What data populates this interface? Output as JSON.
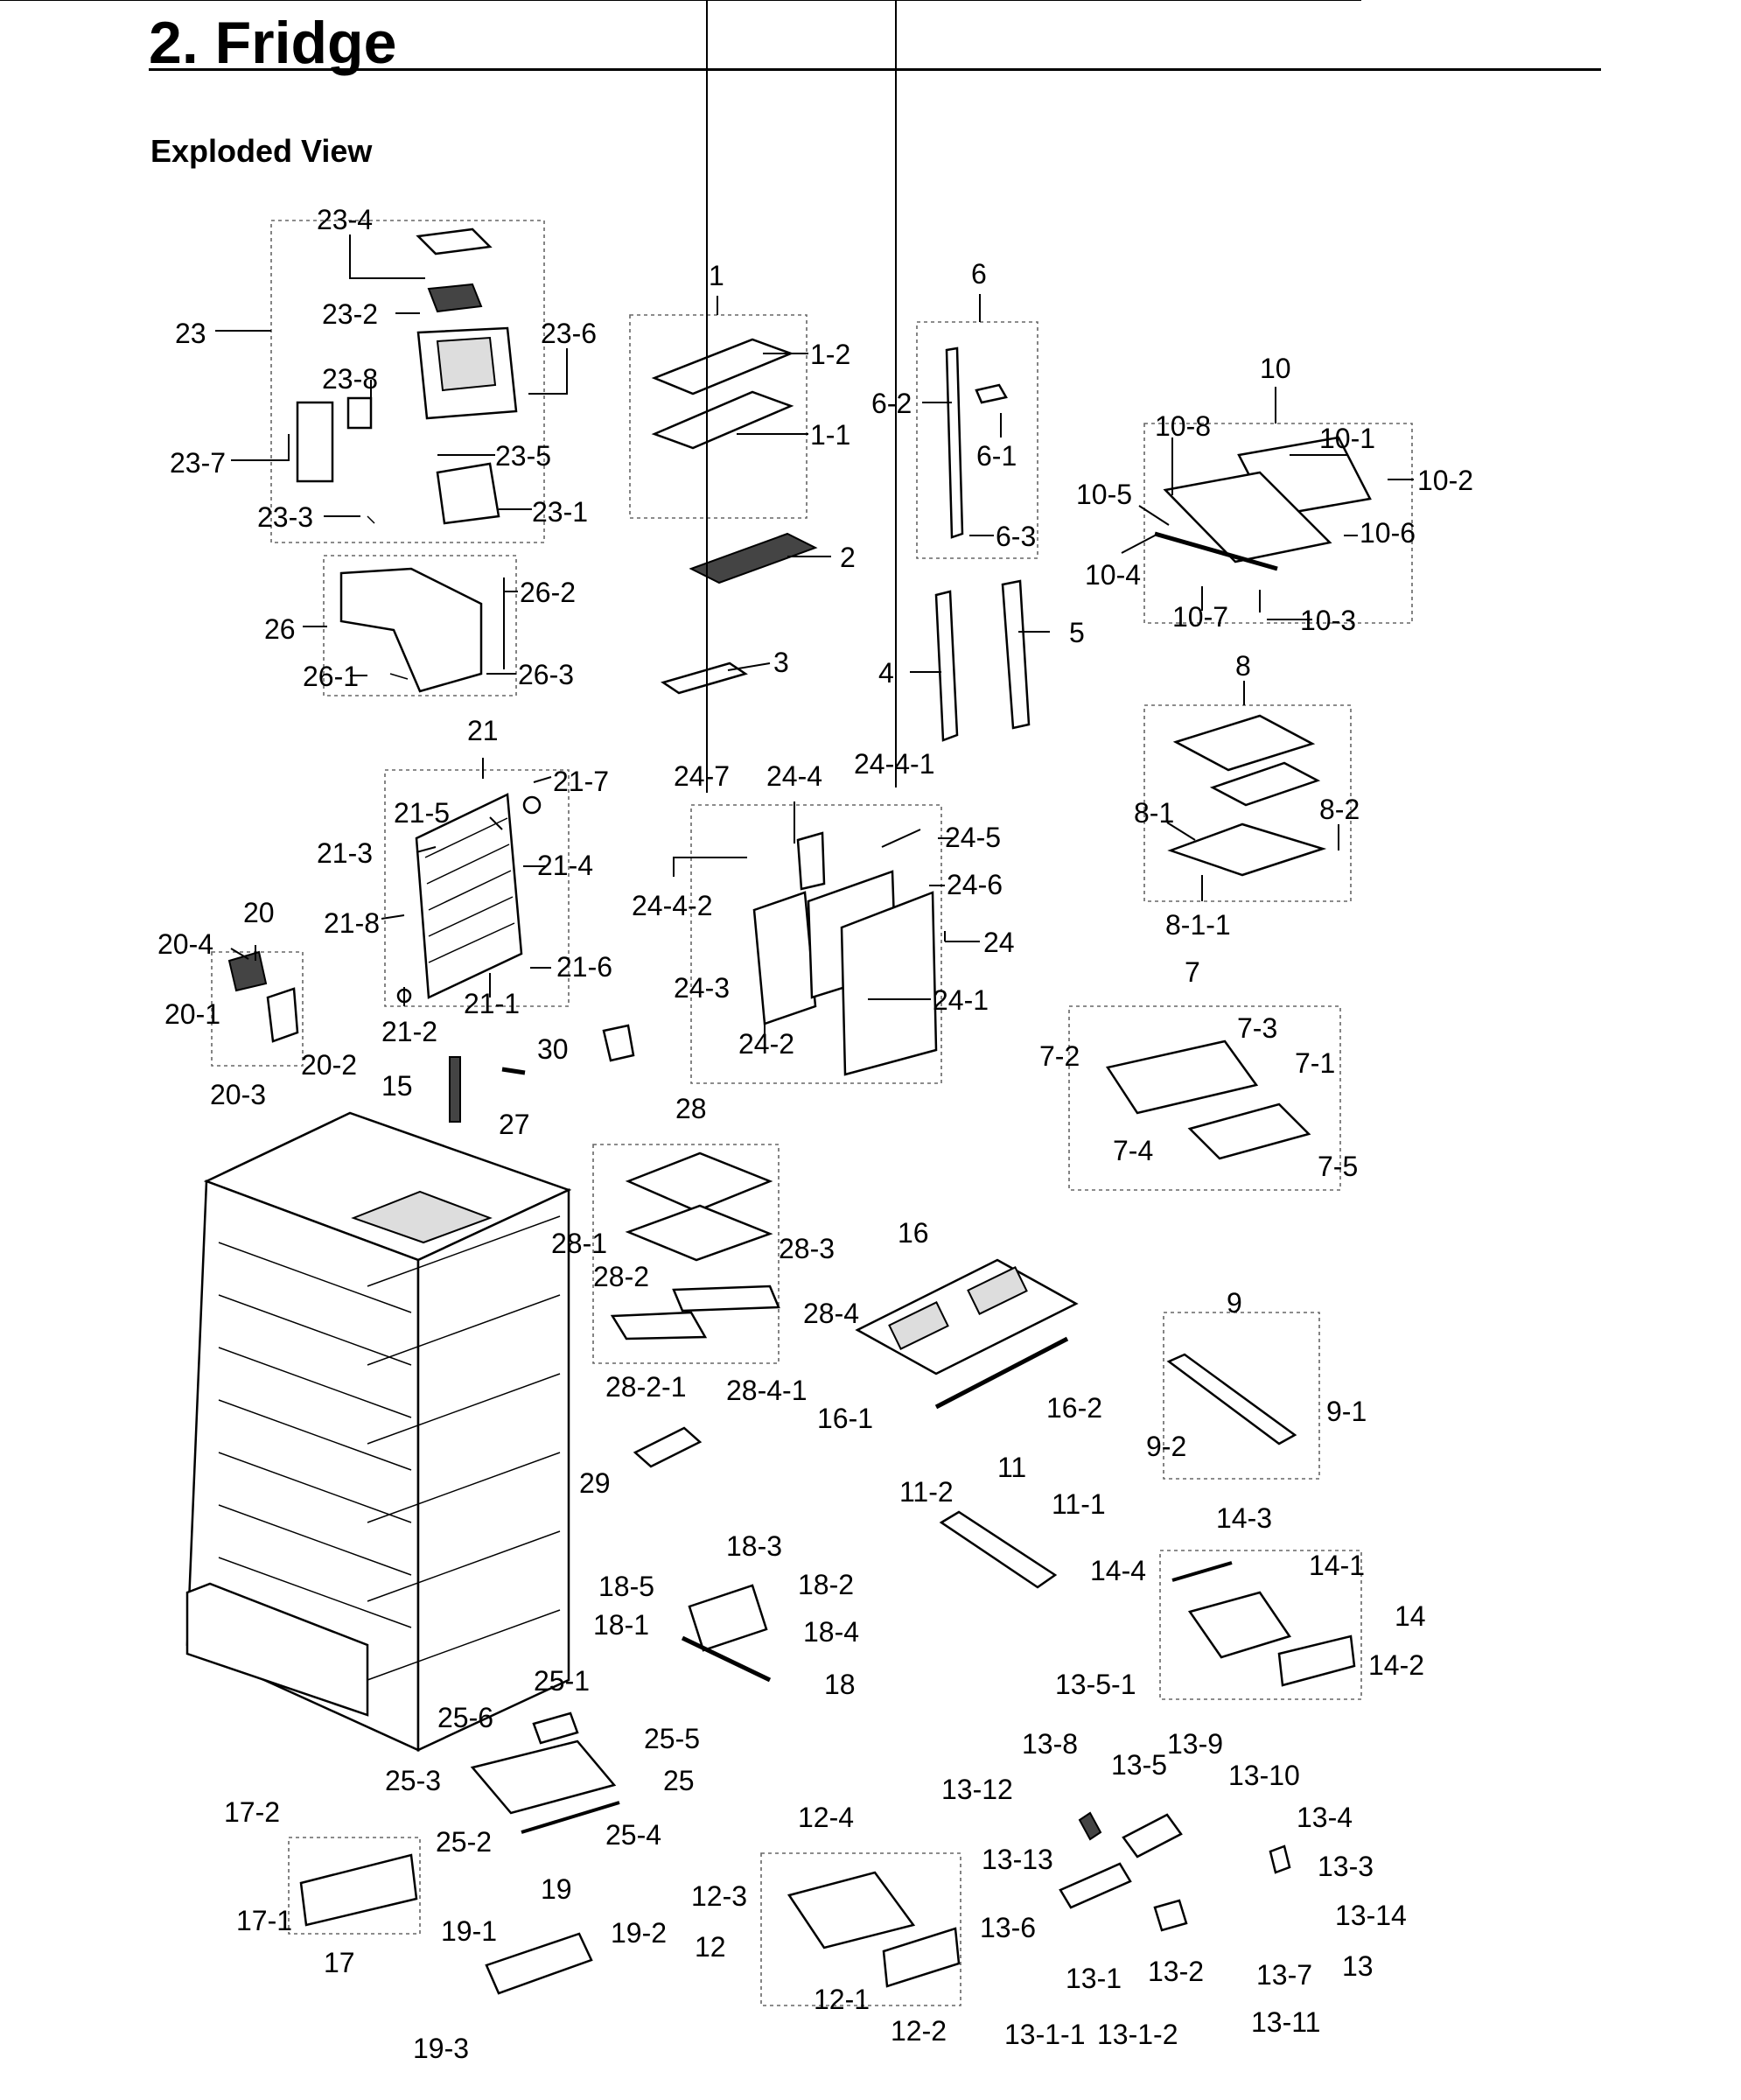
{
  "header": {
    "title": "2.  Fridge",
    "section": "Exploded View"
  },
  "labels": {
    "p1": "1",
    "p1_1": "1-1",
    "p1_2": "1-2",
    "p2": "2",
    "p3": "3",
    "p4": "4",
    "p5": "5",
    "p6": "6",
    "p6_1": "6-1",
    "p6_2": "6-2",
    "p6_3": "6-3",
    "p7": "7",
    "p7_1": "7-1",
    "p7_2": "7-2",
    "p7_3": "7-3",
    "p7_4": "7-4",
    "p7_5": "7-5",
    "p8": "8",
    "p8_1": "8-1",
    "p8_1_1": "8-1-1",
    "p8_2": "8-2",
    "p9": "9",
    "p9_1": "9-1",
    "p9_2": "9-2",
    "p10": "10",
    "p10_1": "10-1",
    "p10_2": "10-2",
    "p10_3": "10-3",
    "p10_4": "10-4",
    "p10_5": "10-5",
    "p10_6": "10-6",
    "p10_7": "10-7",
    "p10_8": "10-8",
    "p11": "11",
    "p11_1": "11-1",
    "p11_2": "11-2",
    "p12": "12",
    "p12_1": "12-1",
    "p12_2": "12-2",
    "p12_3": "12-3",
    "p12_4": "12-4",
    "p13": "13",
    "p13_1": "13-1",
    "p13_1_1": "13-1-1",
    "p13_1_2": "13-1-2",
    "p13_2": "13-2",
    "p13_3": "13-3",
    "p13_4": "13-4",
    "p13_5": "13-5",
    "p13_5_1": "13-5-1",
    "p13_6": "13-6",
    "p13_7": "13-7",
    "p13_8": "13-8",
    "p13_9": "13-9",
    "p13_10": "13-10",
    "p13_11": "13-11",
    "p13_12": "13-12",
    "p13_13": "13-13",
    "p13_14": "13-14",
    "p14": "14",
    "p14_1": "14-1",
    "p14_2": "14-2",
    "p14_3": "14-3",
    "p14_4": "14-4",
    "p15": "15",
    "p16": "16",
    "p16_1": "16-1",
    "p16_2": "16-2",
    "p17": "17",
    "p17_1": "17-1",
    "p17_2": "17-2",
    "p18": "18",
    "p18_1": "18-1",
    "p18_2": "18-2",
    "p18_3": "18-3",
    "p18_4": "18-4",
    "p18_5": "18-5",
    "p19": "19",
    "p19_1": "19-1",
    "p19_2": "19-2",
    "p19_3": "19-3",
    "p20": "20",
    "p20_1": "20-1",
    "p20_2": "20-2",
    "p20_3": "20-3",
    "p20_4": "20-4",
    "p21": "21",
    "p21_1": "21-1",
    "p21_2": "21-2",
    "p21_3": "21-3",
    "p21_4": "21-4",
    "p21_5": "21-5",
    "p21_6": "21-6",
    "p21_7": "21-7",
    "p21_8": "21-8",
    "p23": "23",
    "p23_1": "23-1",
    "p23_2": "23-2",
    "p23_3": "23-3",
    "p23_4": "23-4",
    "p23_5": "23-5",
    "p23_6": "23-6",
    "p23_7": "23-7",
    "p23_8": "23-8",
    "p24": "24",
    "p24_1": "24-1",
    "p24_2": "24-2",
    "p24_3": "24-3",
    "p24_4": "24-4",
    "p24_4_1": "24-4-1",
    "p24_4_2": "24-4-2",
    "p24_5": "24-5",
    "p24_6": "24-6",
    "p24_7": "24-7",
    "p25": "25",
    "p25_1": "25-1",
    "p25_2": "25-2",
    "p25_3": "25-3",
    "p25_4": "25-4",
    "p25_5": "25-5",
    "p25_6": "25-6",
    "p26": "26",
    "p26_1": "26-1",
    "p26_2": "26-2",
    "p26_3": "26-3",
    "p27": "27",
    "p28": "28",
    "p28_1": "28-1",
    "p28_2": "28-2",
    "p28_2_1": "28-2-1",
    "p28_3": "28-3",
    "p28_4": "28-4",
    "p28_4_1": "28-4-1",
    "p29": "29",
    "p30": "30"
  }
}
